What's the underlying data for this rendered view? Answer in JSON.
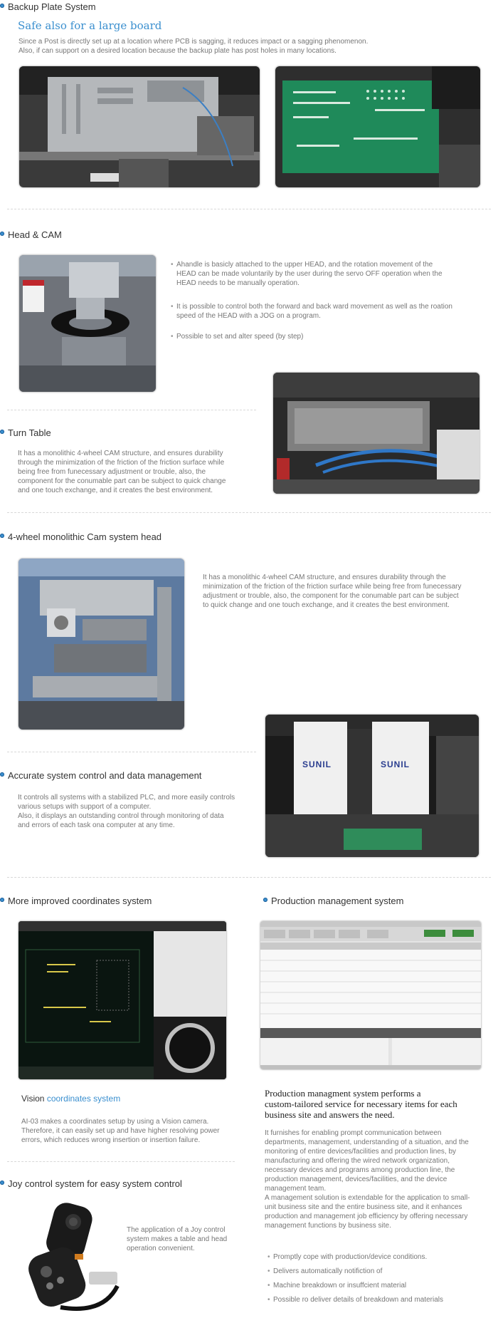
{
  "backup": {
    "title": "Backup Plate System",
    "subtitle": "Safe also for a large board",
    "text1": "Since a Post is directly set up at a location where PCB is sagging, it reduces impact or a sagging phenomenon.",
    "text2": "Also, if can support on a desired location because the backup plate has post holes in many locations."
  },
  "head_cam": {
    "title": "Head & CAM",
    "bullets": [
      "Ahandle is basicly attached to the upper HEAD,   and the rotation movement of the",
      "HEAD can be made voluntarily by the user during the servo OFF operation when the",
      "HEAD needs to be manually operation.",
      "It is possible to control both the forward and back ward movement as well as the roation",
      "speed of the HEAD with a JOG on a program.",
      "Possible to set and alter speed (by step)"
    ]
  },
  "turn_table": {
    "title": "Turn Table",
    "lines": [
      "It has a monolithic 4-wheel CAM structure, and ensures durability",
      "through the minimization of the friction of the friction surface while",
      "being free from funecessary adjustment or trouble, also, the",
      "component for the conumable part can be subject to quick change",
      "and one touch exchange, and it creates the best environment."
    ]
  },
  "cam_head": {
    "title": "4-wheel monolithic Cam system head",
    "lines": [
      "It has a monolithic 4-wheel CAM structure, and ensures durability through the",
      "minimization of the friction of the friction surface while being free from funecessary",
      "adjustment or trouble, also, the component for the conumable part can be subject",
      "to quick change and one touch exchange, and it creates the best environment."
    ]
  },
  "accurate": {
    "title": "Accurate system control and data management",
    "lines": [
      "It controls all systems with a stabilized PLC, and more easily controls",
      "various setups with support of a computer.",
      "Also, it displays an outstanding control through monitoring of data",
      "and errors of each task ona computer at any time."
    ],
    "brand1": "SUNIL",
    "brand2": "SUNIL"
  },
  "coords": {
    "title": "More improved coordinates system",
    "vision_a": "Vision ",
    "vision_b": "coordinates system",
    "lines": [
      "AI-03 makes a coordinates setup by using a Vision camera.",
      "Therefore, it can easily set up and have higher resolving power",
      "errors, which reduces wrong insertion or insertion failure."
    ]
  },
  "production": {
    "title": "Production management system",
    "head_lines": [
      "Production managment system performs a",
      "custom-tailored service for necessary items for each",
      "business site and answers the need."
    ],
    "para_lines": [
      "It furnishes for enabling prompt communication between",
      "departments, management, understanding of a situation, and the",
      "monitoring of entire devices/facilities and production lines, by",
      "manufacturing and offering the wired network organization,",
      "necessary devices and programs among production line, the",
      "production management, devices/facilities, and the device",
      "management team.",
      "A management solution is extendable for the application to small-",
      "unit business site and the entire business site, and it enhances",
      "production and management job efficiency by offering necessary",
      "management functions by business site."
    ],
    "bullets": [
      "Promptly cope with production/device conditions.",
      "Delivers automatically notifiction of",
      "Machine breakdown or insuffcient material",
      "Possible ro deliver details of breakdown and materials"
    ]
  },
  "joy": {
    "title": "Joy control system for easy system control",
    "lines": [
      "The application of a Joy control",
      "system makes a table and head",
      "operation convenient."
    ]
  },
  "colors": {
    "accent": "#3a8fcf",
    "text": "#777777",
    "heading": "#333333"
  }
}
